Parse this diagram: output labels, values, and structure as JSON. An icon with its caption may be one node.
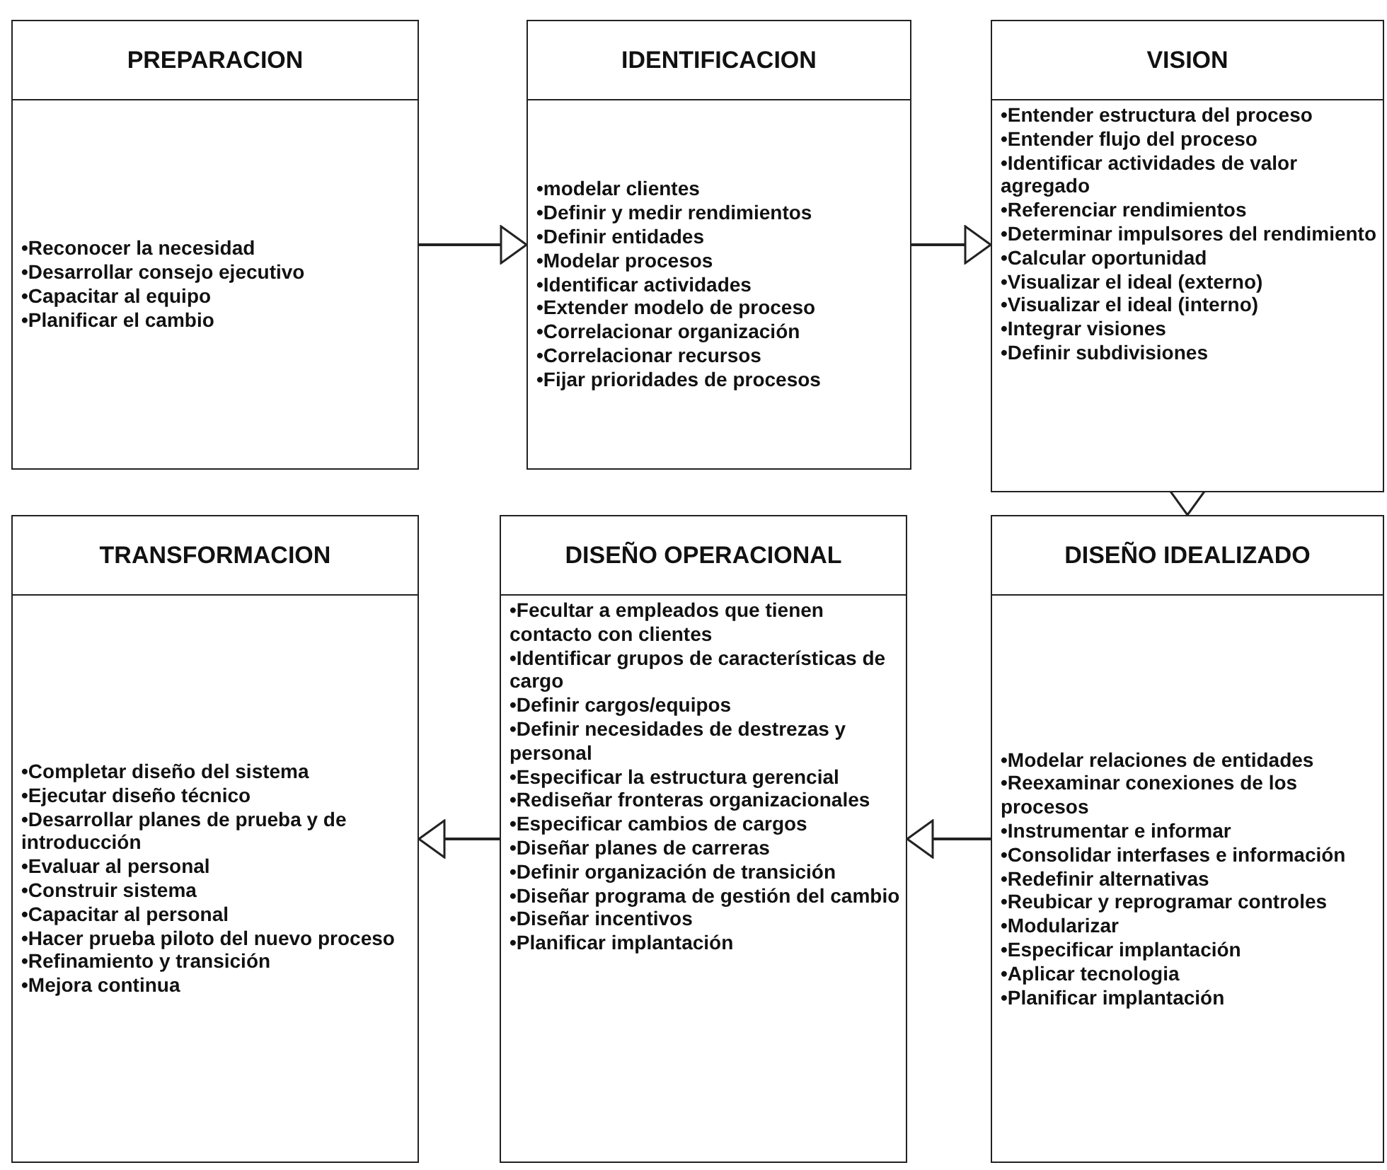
{
  "diagram": {
    "nodes": [
      {
        "text": [
          "PREPARACION",
          "•Reconocer la necesidad",
          "•Desarrollar consejo ejecutivo",
          "•Capacitar al equipo",
          "•Planificar el cambio"
        ]
      },
      {
        "text": [
          "IDENTIFICACION",
          "•modelar clientes",
          "•Definir y medir rendimientos",
          "•Definir entidades",
          "•Modelar procesos",
          "•Identificar actividades",
          "•Extender modelo de proceso",
          "•Correlacionar organización",
          "•Correlacionar recursos",
          "•Fijar prioridades de procesos"
        ]
      },
      {
        "text": [
          "VISION",
          "•Entender estructura del proceso",
          "•Entender flujo del proceso",
          "•Identificar actividades de valor agregado",
          "•Referenciar rendimientos",
          "•Determinar impulsores del rendimiento",
          "•Calcular oportunidad",
          "•Visualizar el ideal (externo)",
          "•Visualizar el ideal (interno)",
          "•Integrar visiones",
          "•Definir subdivisiones"
        ]
      },
      {
        "text": [
          "TRANSFORMACION",
          "•Completar diseño del sistema",
          "•Ejecutar diseño técnico",
          "•Desarrollar planes de prueba y de introducción",
          "•Evaluar al personal",
          "•Construir sistema",
          "•Capacitar al personal",
          "•Hacer prueba piloto del nuevo proceso",
          "•Refinamiento y transición",
          "•Mejora continua"
        ]
      },
      {
        "text": [
          "DISEÑO OPERACIONAL",
          "•Fecultar a empleados que tienen contacto con clientes",
          "•Identificar grupos de características de cargo",
          "•Definir cargos/equipos",
          "•Definir necesidades de destrezas y personal",
          "•Especificar la estructura gerencial",
          "•Rediseñar fronteras organizacionales",
          "•Especificar cambios de cargos",
          "•Diseñar planes de carreras",
          "•Definir organización de transición",
          "•Diseñar programa de gestión del cambio",
          "•Diseñar incentivos",
          "•Planificar implantación"
        ]
      },
      {
        "text": [
          "DISEÑO IDEALIZADO",
          "•Modelar relaciones de entidades",
          "•Reexaminar conexiones de los procesos",
          "•Instrumentar e informar",
          "•Consolidar interfases e información",
          "•Redefinir alternativas",
          "•Reubicar y reprogramar controles",
          "•Modularizar",
          "•Especificar implantación",
          "•Aplicar tecnologia",
          "•Planificar implantación"
        ]
      }
    ],
    "edges": [
      {
        "from": 0,
        "to": 1,
        "arrow": "to"
      },
      {
        "from": 1,
        "to": 2,
        "arrow": "to"
      },
      {
        "from": 2,
        "to": 5,
        "arrow": "to"
      },
      {
        "from": 5,
        "to": 4,
        "arrow": "to"
      },
      {
        "from": 4,
        "to": 3,
        "arrow": "to"
      }
    ]
  }
}
